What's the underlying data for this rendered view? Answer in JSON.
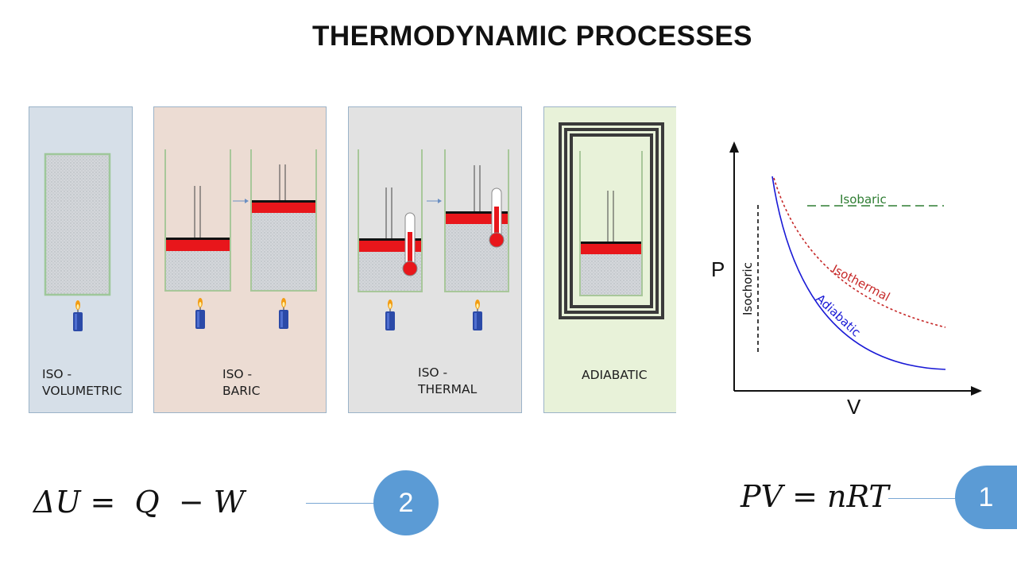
{
  "title": "THERMODYNAMIC PROCESSES",
  "panels": [
    {
      "label_line1": "ISO -",
      "label_line2": "VOLUMETRIC",
      "color": "#d6dfe8"
    },
    {
      "label_line1": "ISO -",
      "label_line2": "BARIC",
      "color": "#ecdcd3"
    },
    {
      "label_line1": "ISO -",
      "label_line2": "THERMAL",
      "color": "#e2e2e2"
    },
    {
      "label_line1": "ADIABATIC",
      "color": "#e8f2d9"
    }
  ],
  "graph": {
    "y_label": "P",
    "x_label": "V",
    "curves": [
      {
        "name": "Isobaric",
        "color": "#2e7d32"
      },
      {
        "name": "Isothermal",
        "color": "#c62828"
      },
      {
        "name": "Adiabatic",
        "color": "#1a1ad6"
      },
      {
        "name": "Isochoric",
        "color": "#111111"
      }
    ]
  },
  "equations": {
    "first_law": "ΔU =  Q  − W",
    "first_law_badge": "2",
    "ideal_gas": "PV = nRT",
    "ideal_gas_badge": "1"
  }
}
